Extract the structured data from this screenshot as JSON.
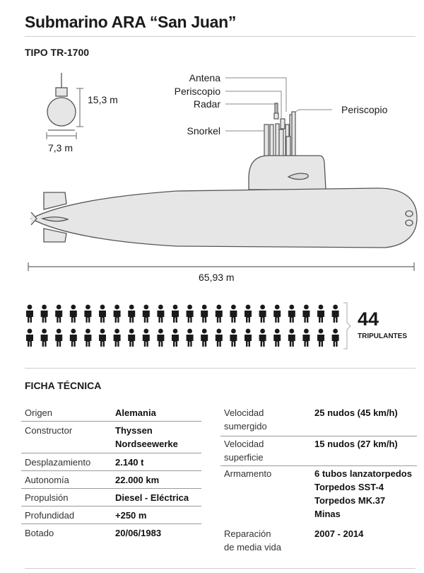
{
  "title": "Submarino ARA “San Juan”",
  "subtitle": "TIPO TR-1700",
  "dimensions": {
    "height": "15,3 m",
    "beam": "7,3 m",
    "length": "65,93 m"
  },
  "parts": {
    "antena": "Antena",
    "periscopio_1": "Periscopio",
    "radar": "Radar",
    "snorkel": "Snorkel",
    "periscopio_2": "Periscopio"
  },
  "crew": {
    "count": "44",
    "label": "TRIPULANTES",
    "icon": "person-icon"
  },
  "ficha": {
    "heading": "FICHA TÉCNICA",
    "left": [
      {
        "label": "Origen",
        "value": "Alemania"
      },
      {
        "label": "Constructor",
        "value": "Thyssen\nNordseewerke"
      },
      {
        "label": "Desplazamiento",
        "value": "2.140 t"
      },
      {
        "label": "Autonomía",
        "value": "22.000 km"
      },
      {
        "label": "Propulsión",
        "value": "Diesel - Eléctrica"
      },
      {
        "label": "Profundidad",
        "value": "+250 m"
      },
      {
        "label": "Botado",
        "value": "20/06/1983"
      }
    ],
    "right": [
      {
        "label": "Velocidad\nsumergido",
        "value": "25 nudos (45 km/h)"
      },
      {
        "label": "Velocidad\nsuperficie",
        "value": "15 nudos (27 km/h)"
      },
      {
        "label": "Armamento",
        "value": "6 tubos lanzatorpedos\nTorpedos SST-4\nTorpedos MK.37\nMinas"
      },
      {
        "label": "Reparación\nde media vida",
        "value": "2007 - 2014"
      }
    ]
  },
  "colors": {
    "hull": "#e6e6e6",
    "outline": "#555555",
    "crew": "#1a1a1a",
    "leader": "#888888"
  }
}
